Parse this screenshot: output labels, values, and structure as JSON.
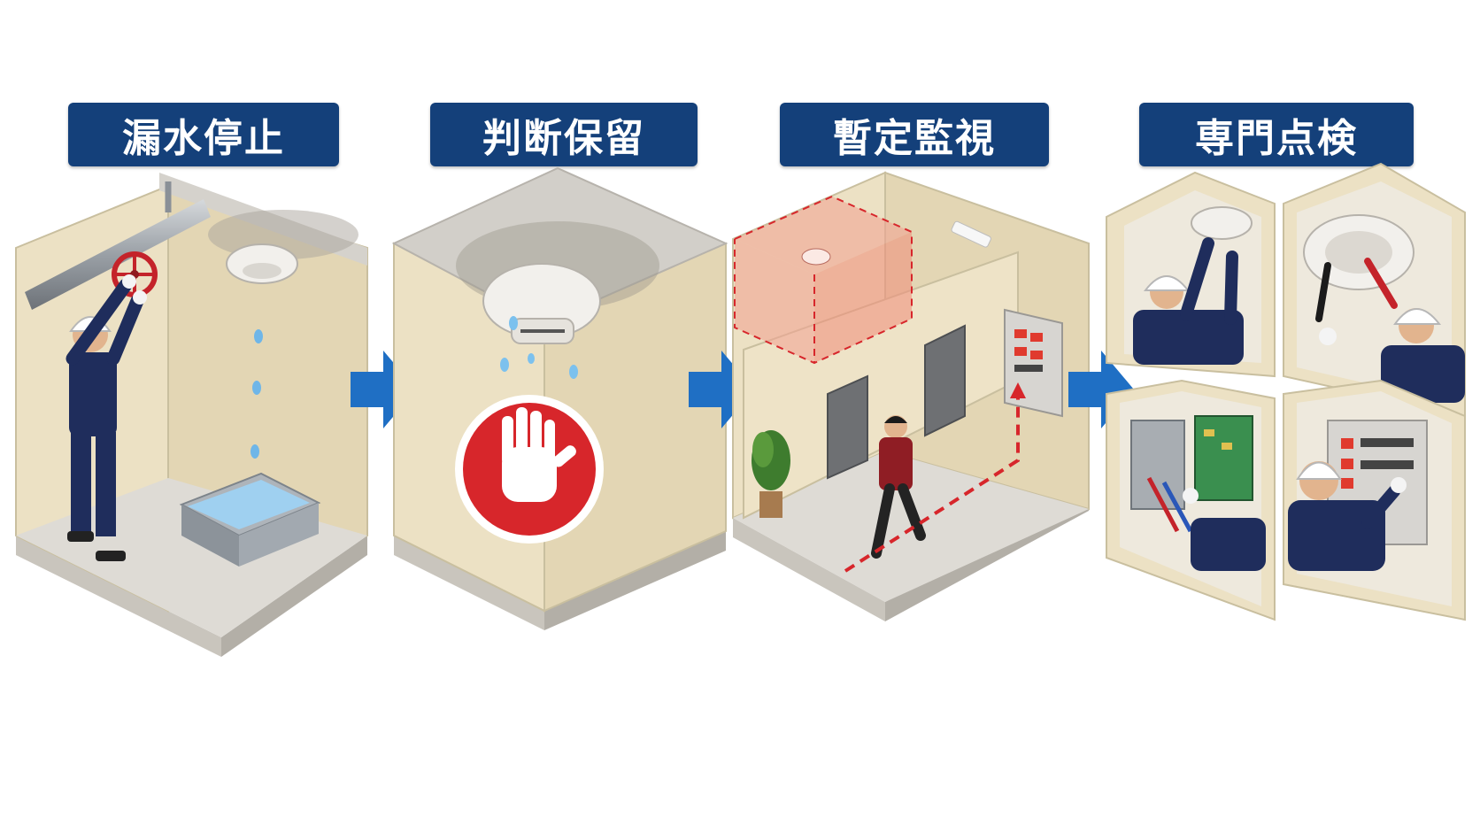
{
  "steps": [
    {
      "label": "漏水停止"
    },
    {
      "label": "判断保留"
    },
    {
      "label": "暫定監視"
    },
    {
      "label": "専門点検"
    }
  ],
  "colors": {
    "label_bg": "#14407a",
    "arrow": "#1f6fc4",
    "wall": "#ece1c4",
    "floor": "#dedbd5",
    "stop_red": "#d7262b",
    "worker_navy": "#1f2d5c",
    "alert_red": "#e03a2e",
    "zone_red": "#f3a08f"
  },
  "icons": [
    "hand-stop-icon",
    "flow-arrow-icon",
    "smoke-detector-icon",
    "worker-icon",
    "dashed-route-arrow-icon"
  ]
}
